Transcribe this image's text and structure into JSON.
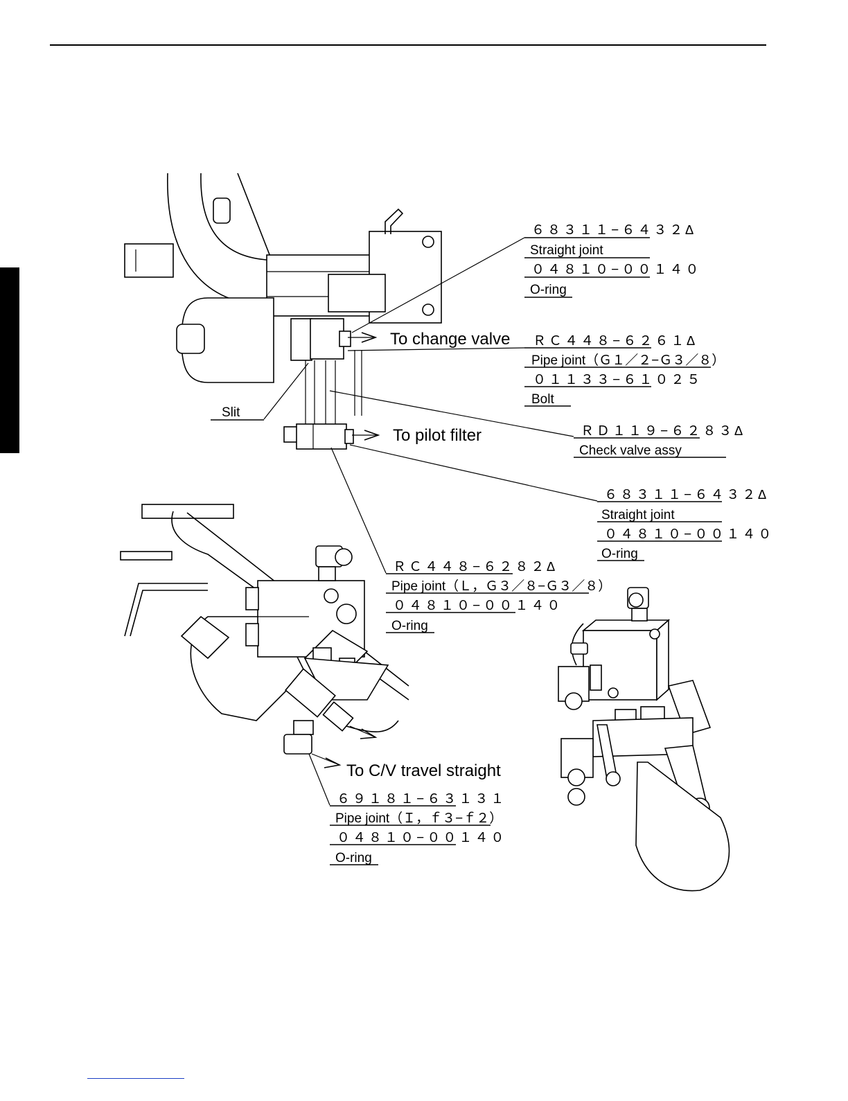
{
  "labels": {
    "callout_1": {
      "part_no": "６８３１１−６４３２Δ",
      "name": "Straight joint",
      "part_no_2": "０４８１０−００１４０",
      "name_2": "O-ring"
    },
    "callout_2": {
      "part_no": "ＲＣ４４８−６２６１Δ",
      "name": "Pipe joint（Ｇ１／２−Ｇ３／８）",
      "part_no_2": "０１１３３−６１０２５",
      "name_2": "Bolt"
    },
    "callout_3": {
      "part_no": "ＲＤ１１９−６２８３Δ",
      "name": "Check valve assy"
    },
    "callout_4": {
      "part_no": "６８３１１−６４３２Δ",
      "name": "Straight joint",
      "part_no_2": "０４８１０−００１４０",
      "name_2": "O-ring"
    },
    "callout_5": {
      "part_no": "ＲＣ４４８−６２８２Δ",
      "name": "Pipe joint（Ｌ，Ｇ３／８−Ｇ３／８）",
      "part_no_2": "０４８１０−００１４０",
      "name_2": "O-ring"
    },
    "callout_6": {
      "part_no": "６９１８１−６３１３１",
      "name": "Pipe joint（Ｉ，ｆ３−ｆ２）",
      "part_no_2": "０４８１０−００１４０",
      "name_2": "O-ring"
    },
    "slit": "Slit"
  },
  "destinations": {
    "change_valve": "To change valve",
    "pilot_filter": "To pilot filter",
    "cv_travel": "To C/V travel straight"
  }
}
